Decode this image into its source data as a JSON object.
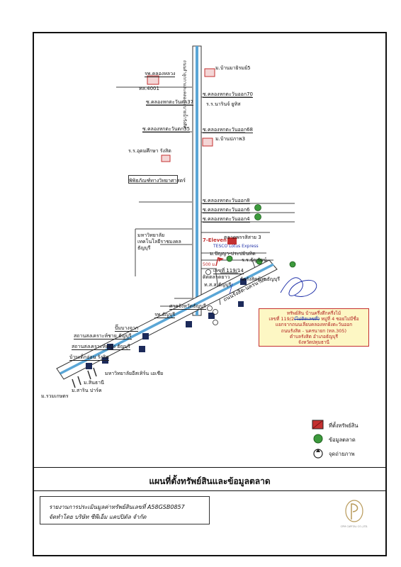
{
  "map": {
    "main_road_name": "ถนนลำลูกกาและคลองระบายน้ำรังสิต",
    "diagonal_road_name": "ถนนรังสิต-นครนายก",
    "labels": {
      "hospital_klong_luang": "รพ.คลองหลวง",
      "road_4001": "ทล.4001",
      "soi_37": "ซ.คลองหกตะวันตก37",
      "soi_35": "ซ.คลองหกตะวันตก35",
      "moo_baan_mayarim": "ม.บ้านมายิรมย์5",
      "soi_east_70": "ซ.คลองหกตะวันออก70",
      "school_narin": "ร.ร.นารินจ์ ยูทิส",
      "soi_east_68": "ซ.คลองหกตะวันออก68",
      "moo_baan_pruksa": "ม.บ้านปภาพ3",
      "school_udom": "ร.ร.อุดมศึกษา รังสิต",
      "museum": "พิพิธภัณฑ์ทางวิทยาศาสตร์",
      "soi_east_8": "ซ.คลองหกตะวันออก8",
      "soi_east_6": "ซ.คลองหกตะวันออก6",
      "soi_east_4": "ซ.คลองหกตะวันออก4",
      "university": "มหาวิทยาลัย เทคโนโลยีราชมงคล ธัญบุรี",
      "market": "ตลาดพรรสิสาย 3",
      "seven_eleven": "7-Eleven",
      "tesco": "TESCO Lotus Express",
      "moo_baan_pracha": "ม.ปัญญา-ประปมินทิต",
      "school_thanyarat": "ร.ร.ธัญรัตน์",
      "point_lekti": "เลขที่ 119/14",
      "area_label": "ติดตลาดยาว",
      "tessaban_thanyaburi": "ท.ส.ส.ธัญบุรี",
      "road_temple": "วัดรังสิตบ้านธัญบุรี",
      "court": "ศาลจังหวัดธัญบุรี",
      "hospital_thanyaburi": "รพ.ธัญบุรี",
      "pinklao": "ปั๊มบางจาก",
      "welfare_boys": "สถานสงเคราะห์ชาย ธัญบุรี",
      "welfare_women": "สถานสงเคราะห์หญิง ธัญบุรี",
      "children_home": "บ้านเด็กอ่อน รังสิต",
      "rangsit_univ": "มหาวิทยาลัยอีสเทิร์น เอเชีย",
      "moo_baan_sinthani": "ม.สินธานี",
      "moo_baan_sarin": "ม.สาริน ปาร์ค",
      "moo_baan_rungkit": "ม.รวมเกษตร",
      "rangsit_ongkharak": "ถนนรังสิต-นครนายก"
    },
    "distance_label": "500 ม.",
    "callout": {
      "line1": "ทรัพย์สิน บ้านครึ่งตึกครึ่งไม้",
      "line2_prefix": "เลขที่ 119/2",
      "line2_strike": "(ไม่ติดเลขที่)",
      "line2_suffix": " หมู่ที่ 4 ซอยไม่มีชื่อ",
      "line3": "แยกจากถนนเลียบคลองหกฝั่งตะวันออก",
      "line4": "ถนนรังสิต - นครนายก (ทล.305)",
      "line5": "ตำบลรังสิต อำเภอธัญบุรี",
      "line6": "จังหวัดปทุมธานี"
    },
    "legend": [
      {
        "label": "ที่ตั้งทรัพย์สิน",
        "symbol": "property-square"
      },
      {
        "label": "ข้อมูลตลาด",
        "symbol": "market-circle"
      },
      {
        "label": "จุดถ่ายภาพ",
        "symbol": "photo-point"
      }
    ],
    "colors": {
      "road_blue": "#5aa6d6",
      "property_red": "#c43030",
      "market_green": "#3c9a3c",
      "building_navy": "#1c2a5a"
    }
  },
  "title": "แผนที่ตั้งทรัพย์สินและข้อมูลตลาด",
  "report": {
    "line1": "รายงานการประเมินมูลค่าทรัพย์สินเลขที่ A58GSB0857",
    "line2": "จัดทำโดย บริษัท ซีพีเอ็ม แคปปิตัล จำกัด"
  },
  "logo_text": "CPM CAPITAL CO.,LTD."
}
